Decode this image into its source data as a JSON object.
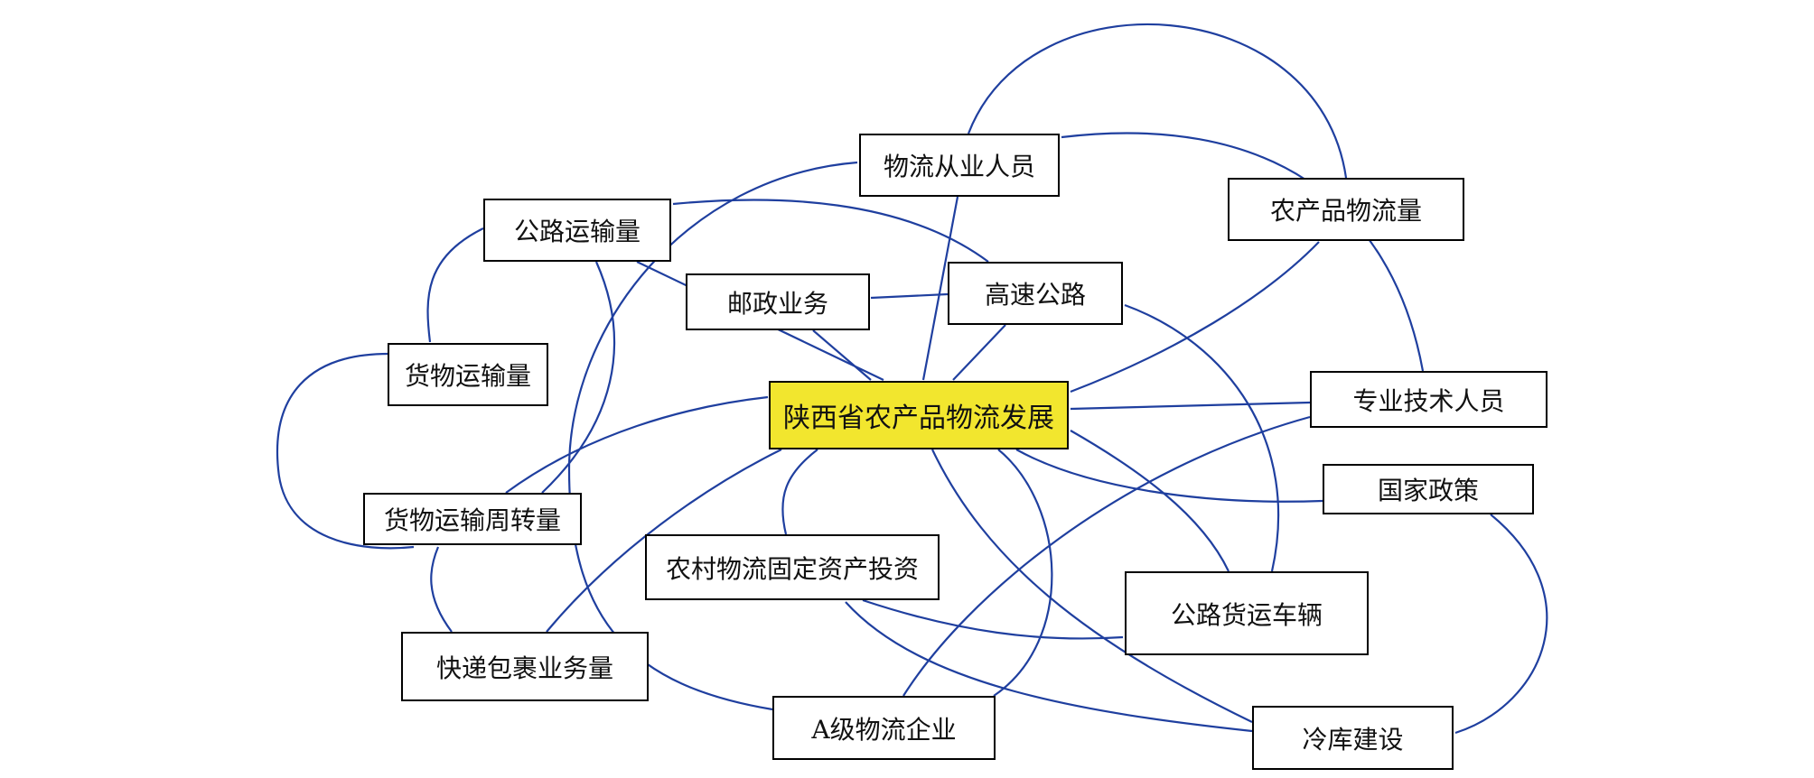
{
  "colors": {
    "edge": "#1f3f9f",
    "center_fill": "#f2e62e",
    "node_fill": "#ffffff",
    "border": "#000000"
  },
  "nodes": {
    "center": "陕西省农产品物流发展",
    "logistics_staff": "物流从业人员",
    "agri_logistics_volume": "农产品物流量",
    "road_transport_volume": "公路运输量",
    "postal_business": "邮政业务",
    "expressway": "高速公路",
    "freight_volume": "货物运输量",
    "professional_staff": "专业技术人员",
    "national_policy": "国家政策",
    "freight_turnover": "货物运输周转量",
    "rural_investment": "农村物流固定资产投资",
    "road_freight_vehicles": "公路货运车辆",
    "express_parcel_volume": "快递包裹业务量",
    "a_level_enterprises": "A级物流企业",
    "cold_storage": "冷库建设"
  }
}
